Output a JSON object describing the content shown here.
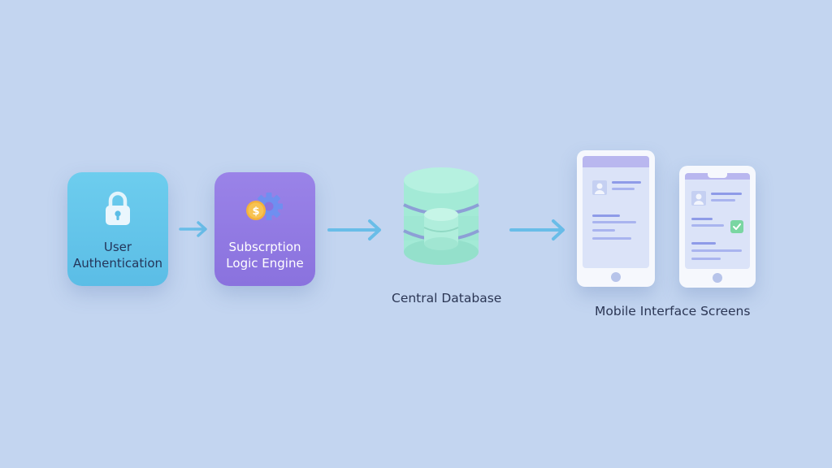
{
  "nodes": {
    "auth": {
      "label": "User\nAuthentication",
      "icon": "lock-icon"
    },
    "subscription": {
      "label": "Subscrption\nLogic Engine",
      "icon": "gear-dollar-icon"
    },
    "database": {
      "label": "Central Database",
      "icon": "database-icon"
    },
    "mobile": {
      "label": "Mobile Interface Screens",
      "icon": "phone-icon"
    }
  },
  "colors": {
    "background": "#c3d5f0",
    "auth_card": "#64c6ea",
    "subscription_card": "#9079e2",
    "database": "#a3ead6",
    "arrow": "#69bde8",
    "phone_header": "#b9b7ef",
    "check": "#7ad6a2"
  }
}
